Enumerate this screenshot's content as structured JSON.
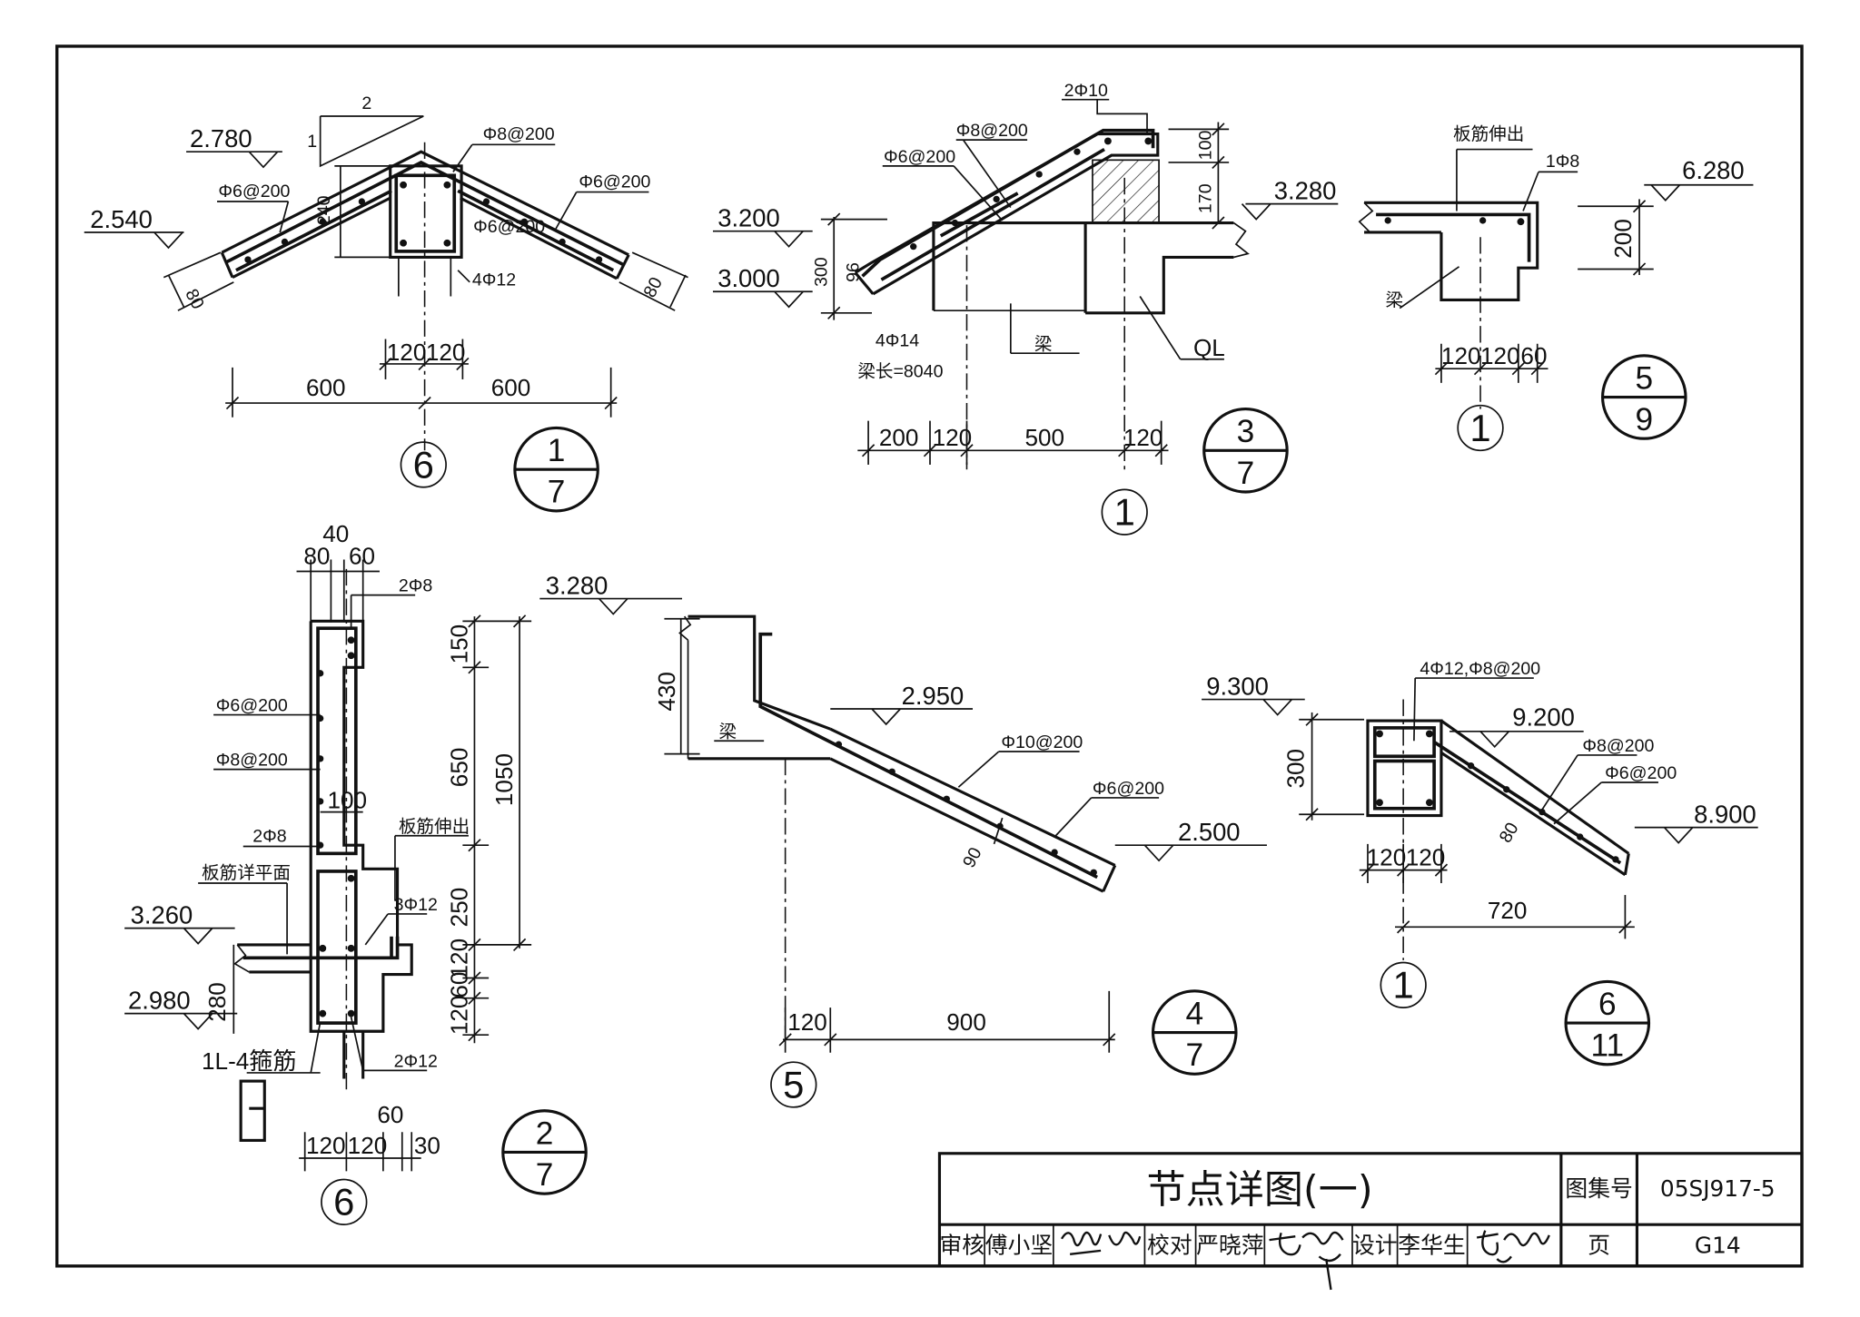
{
  "title_block": {
    "drawing_title": "节点详图(一)",
    "atlas_label": "图集号",
    "atlas_no": "05SJ917-5",
    "page_label": "页",
    "page_no": "G14",
    "review_label": "审核",
    "reviewer": "傅小坚",
    "check_label": "校对",
    "checker": "严晓萍",
    "design_label": "设计",
    "designer": "李华生"
  },
  "d1": {
    "ref": {
      "num": "1",
      "den": "7"
    },
    "axis": "6",
    "slope": {
      "run": "2",
      "rise": "1"
    },
    "elevs": [
      "2.780",
      "2.540"
    ],
    "labels": {
      "top_bar": "Φ8@200",
      "left_dist": "Φ6@200",
      "right_dist": "Φ6@200",
      "inner": "Φ6@200",
      "beam_bars": "4Φ12"
    },
    "dims": {
      "ridge_depth": "240",
      "slab_left": "80",
      "slab_right": "80",
      "half_left": "120",
      "half_right": "120",
      "span_left": "600",
      "span_right": "600"
    }
  },
  "d2": {
    "ref": {
      "num": "2",
      "den": "7"
    },
    "axis": "6",
    "elevs": [
      "3.260",
      "2.980"
    ],
    "labels": {
      "stirrup_top": "2Φ8",
      "dist": "Φ6@200",
      "main": "Φ8@200",
      "thick": "100",
      "stirrup_mid": "2Φ8",
      "extend": "板筋伸出",
      "plan": "板筋详平面",
      "bars": "3Φ12",
      "beam": "1L-4箍筋",
      "bottom": "2Φ12"
    },
    "dims": {
      "top_40": "40",
      "top_80": "80",
      "top_60": "60",
      "v150": "150",
      "v650": "650",
      "v250": "250",
      "v120a": "120",
      "v60": "60",
      "v120b": "120",
      "v1050": "1050",
      "v280": "280",
      "b120a": "120",
      "b120b": "120",
      "b60": "60",
      "b30": "30"
    }
  },
  "d3": {
    "ref": {
      "num": "3",
      "den": "7"
    },
    "axis": "1",
    "elevs": [
      "3.200",
      "3.000",
      "3.280"
    ],
    "labels": {
      "top": "2Φ10",
      "main": "Φ8@200",
      "dist": "Φ6@200",
      "bars": "4Φ14",
      "length": "梁长=8040",
      "beam": "梁",
      "ring": "QL"
    },
    "dims": {
      "v300": "300",
      "v96": "96",
      "v100": "100",
      "v170": "170",
      "h200": "200",
      "h120a": "120",
      "h500": "500",
      "h120b": "120"
    }
  },
  "d4": {
    "ref": {
      "num": "4",
      "den": "7"
    },
    "axis": "5",
    "elevs": [
      "3.280",
      "2.950",
      "2.500"
    ],
    "labels": {
      "beam": "梁",
      "main": "Φ10@200",
      "dist": "Φ6@200"
    },
    "dims": {
      "v430": "430",
      "t90": "90",
      "h120": "120",
      "h900": "900"
    }
  },
  "d5": {
    "ref": {
      "num": "5",
      "den": "9"
    },
    "axis": "1",
    "elevs": [
      "6.280"
    ],
    "labels": {
      "extend": "板筋伸出",
      "bar": "1Φ8",
      "beam": "梁"
    },
    "dims": {
      "v200": "200",
      "h120a": "120",
      "h120b": "120",
      "h60": "60"
    }
  },
  "d6": {
    "ref": {
      "num": "6",
      "den": "11"
    },
    "axis": "1",
    "elevs": [
      "9.300",
      "9.200",
      "8.900"
    ],
    "labels": {
      "bars": "4Φ12,Φ8@200",
      "main": "Φ8@200",
      "dist": "Φ6@200"
    },
    "dims": {
      "v300": "300",
      "t80": "80",
      "h120a": "120",
      "h120b": "120",
      "h720": "720"
    }
  }
}
